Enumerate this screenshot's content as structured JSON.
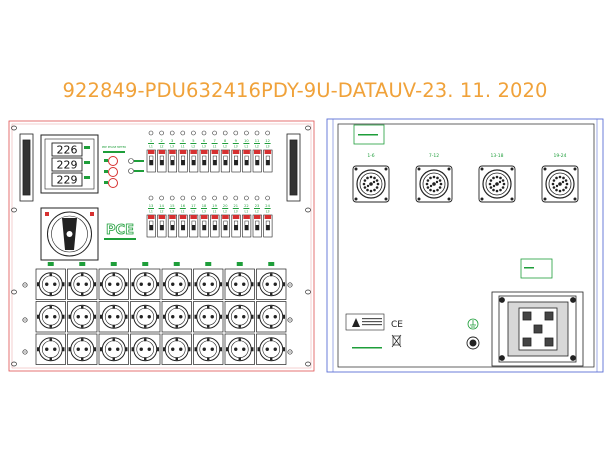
{
  "title": "922849-PDU632416PDY-9U-DATAUV-23. 11. 2020",
  "front_panel": {
    "meters": [
      "226",
      "229",
      "229"
    ],
    "panel_note": "PRE PHASE METER",
    "logo": "PCE",
    "breaker_row_top_numbers": [
      "1",
      "2",
      "3",
      "4",
      "5",
      "6",
      "7",
      "8",
      "9",
      "10",
      "11",
      "12"
    ],
    "breaker_row_bottom_numbers": [
      "13",
      "14",
      "15",
      "16",
      "17",
      "18",
      "19",
      "20",
      "21",
      "22",
      "23",
      "24"
    ],
    "phase_labels": [
      "L1",
      "L2",
      "L3",
      "L1",
      "L2",
      "L3",
      "L1",
      "L2",
      "L3",
      "L1",
      "L2",
      "L3"
    ],
    "socket_rows": 3,
    "socket_cols": 8
  },
  "rear_panel": {
    "connectors": [
      {
        "label": "1-6"
      },
      {
        "label": "7-12"
      },
      {
        "label": "13-18"
      },
      {
        "label": "19-24"
      }
    ],
    "ce_mark": "CE"
  },
  "colors": {
    "title": "#f0a23a",
    "outline": "#222222",
    "frame_red": "#e05050",
    "frame_blue": "#5b6fd6",
    "green": "#1e9e3a",
    "breaker_red": "#d63030"
  }
}
